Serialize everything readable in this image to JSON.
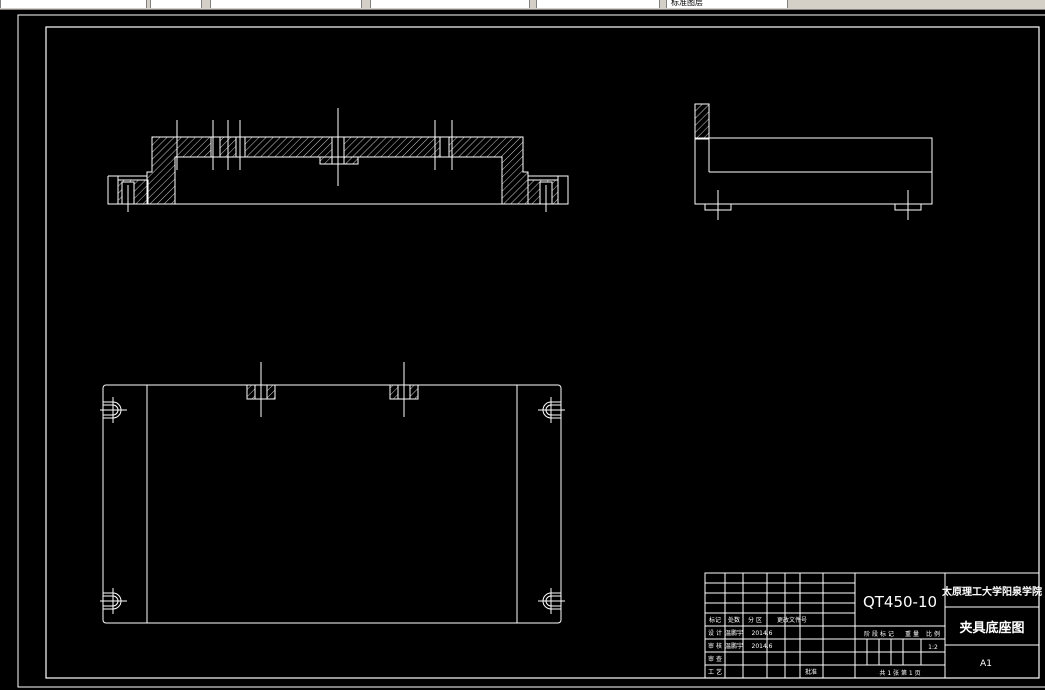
{
  "toolbar": {
    "style_label": "标准图层"
  },
  "title_block": {
    "material": "QT450-10",
    "school": "太原理工大学阳泉学院",
    "drawing_name": "夹具底座图",
    "sheet_size": "A1",
    "scale": "1:2",
    "sheet_info": "共 1 张    第 1 页",
    "approval_label": "批准",
    "stage_label": "阶 段 标 记",
    "weight_label": "重 量",
    "scale_label": "比 例",
    "header": {
      "mark": "标记",
      "count": "处数",
      "zone": "分 区",
      "doc_no": "更改文件号"
    },
    "rows": [
      {
        "role": "设 计",
        "name": "温鹏宇",
        "date": "2014.6"
      },
      {
        "role": "审 核",
        "name": "温鹏宇",
        "date": "2014.6"
      },
      {
        "role": "工 艺",
        "name": "",
        "date": ""
      },
      {
        "role": "审 查",
        "name": "",
        "date": ""
      }
    ]
  },
  "colors": {
    "background": "#000000",
    "line": "#ffffff",
    "toolbar": "#d4d0c8"
  }
}
